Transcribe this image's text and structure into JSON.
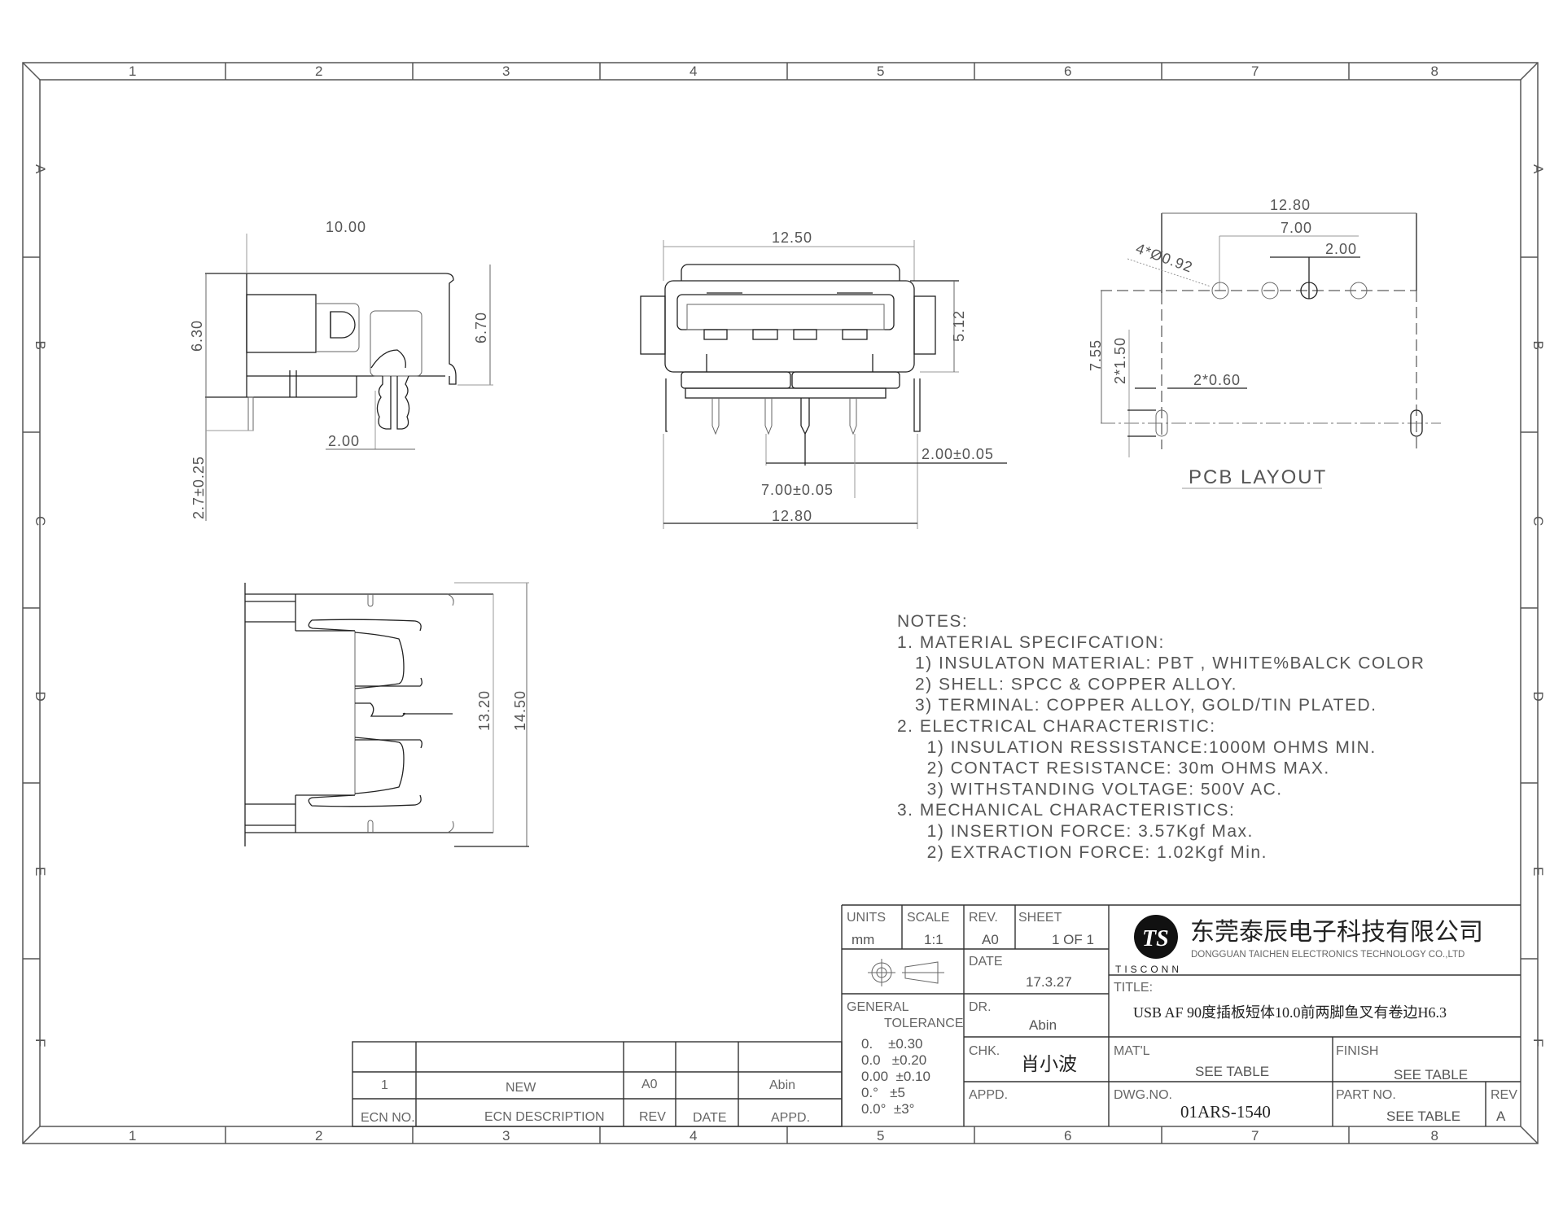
{
  "frame": {
    "columns": [
      "1",
      "2",
      "3",
      "4",
      "5",
      "6",
      "7",
      "8"
    ],
    "rows": [
      "A",
      "B",
      "C",
      "D",
      "E",
      "F"
    ]
  },
  "side_view": {
    "width_dim": "10.00",
    "height_dim": "6.30",
    "overall_height_dim": "6.70",
    "pin_pitch_dim": "2.00",
    "pin_length_dim": "2.7±0.25"
  },
  "front_view": {
    "shell_width_dim": "12.50",
    "opening_height_dim": "5.12",
    "pin_pitch_dim": "2.00±0.05",
    "pin_span_dim": "7.00±0.05",
    "overall_width_dim": "12.80"
  },
  "pcb_layout": {
    "width_dim": "12.80",
    "hole_span_dim": "7.00",
    "hole_pitch_dim": "2.00",
    "hole_dia_dim": "4*Ø0.92",
    "depth_dim": "7.55",
    "slot_length_dim": "2*1.50",
    "slot_width_dim": "2*0.60",
    "caption": "PCB LAYOUT"
  },
  "bottom_view": {
    "inner_dim": "13.20",
    "outer_dim": "14.50"
  },
  "notes": {
    "lines": [
      "NOTES:",
      "1. MATERIAL SPECIFCATION:",
      "   1) INSULATON MATERIAL: PBT , WHITE%BALCK COLOR",
      "   2) SHELL: SPCC & COPPER ALLOY.",
      "   3) TERMINAL: COPPER ALLOY, GOLD/TIN PLATED.",
      "2. ELECTRICAL CHARACTERISTIC:",
      "     1) INSULATION RESSISTANCE:1000M OHMS MIN.",
      "     2) CONTACT RESISTANCE: 30m OHMS MAX.",
      "     3) WITHSTANDING VOLTAGE: 500V AC.",
      "3. MECHANICAL CHARACTERISTICS:",
      "     1) INSERTION FORCE: 3.57Kgf Max.",
      "     2) EXTRACTION FORCE: 1.02Kgf Min."
    ]
  },
  "ecn_table": {
    "headers": [
      "ECN NO.",
      "ECN DESCRIPTION",
      "REV",
      "DATE",
      "APPD."
    ],
    "row": [
      "1",
      "NEW",
      "A0",
      "",
      "Abin"
    ]
  },
  "title_block": {
    "units_label": "UNITS",
    "units": "mm",
    "scale_label": "SCALE",
    "scale": "1:1",
    "rev_label": "REV.",
    "rev": "A0",
    "sheet_label": "SHEET",
    "sheet": "1 OF 1",
    "date_label": "DATE",
    "date": "17.3.27",
    "tolerance_label_1": "GENERAL",
    "tolerance_label_2": "TOLERANCE",
    "tolerances": [
      "0.    ±0.30",
      "0.0   ±0.20",
      "0.00  ±0.10",
      "0.°   ±5",
      "0.0°  ±3°"
    ],
    "dr_label": "DR.",
    "dr": "Abin",
    "chk_label": "CHK.",
    "chk": "肖小波",
    "appd_label": "APPD.",
    "company_cn": "东莞泰辰电子科技有限公司",
    "company_en": "DONGGUAN TAICHEN ELECTRONICS TECHNOLOGY CO.,LTD",
    "brand": "TISCONN",
    "logo_text": "TS",
    "title_label": "TITLE:",
    "title": "USB AF 90度插板短体10.0前两脚鱼叉有卷边H6.3",
    "matl_label": "MAT'L",
    "matl": "SEE TABLE",
    "finish_label": "FINISH",
    "finish": "SEE TABLE",
    "dwg_label": "DWG.NO.",
    "dwg": "01ARS-1540",
    "part_label": "PART NO.",
    "part": "SEE TABLE",
    "rev2_label": "REV",
    "rev2": "A"
  }
}
